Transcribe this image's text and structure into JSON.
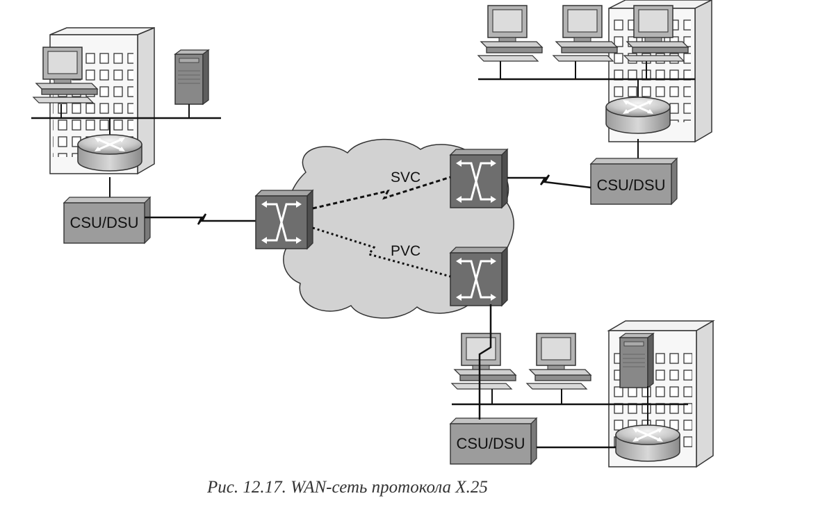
{
  "figure": {
    "caption": "Рис. 12.17. WAN-сеть протокола X.25"
  },
  "links": {
    "svc_label": "SVC",
    "pvc_label": "PVC"
  },
  "sites": {
    "left": {
      "csu_dsu_label": "CSU/DSU"
    },
    "top_right": {
      "csu_dsu_label": "CSU/DSU"
    },
    "bottom_right": {
      "csu_dsu_label": "CSU/DSU"
    }
  },
  "icons": [
    "building-icon",
    "computer-icon",
    "server-icon",
    "router-icon",
    "x25-switch-icon",
    "csu-dsu-icon",
    "cloud-icon"
  ],
  "colors": {
    "device_gray": "#9c9c9c",
    "switch_dark": "#6e6e6e",
    "cloud_fill": "#d2d2d2",
    "line": "#111111"
  }
}
